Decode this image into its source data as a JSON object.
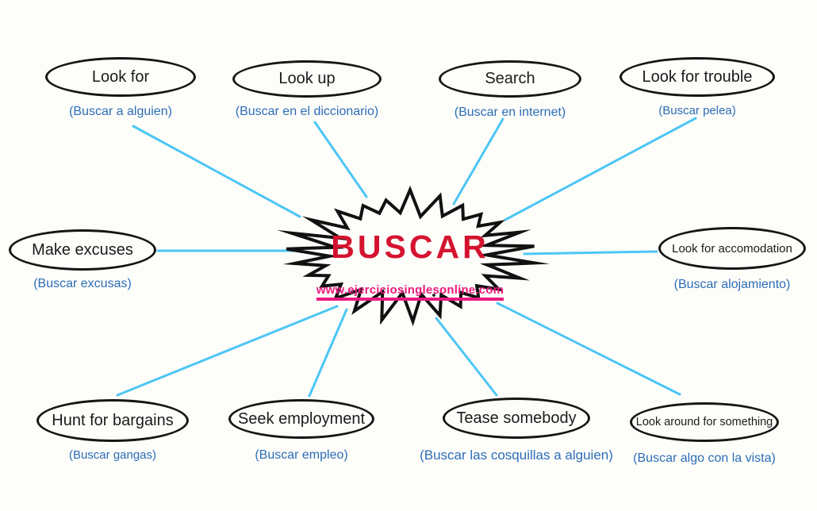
{
  "center": {
    "title": "BUSCAR",
    "website": "www.ejerciciosinglesonline.com"
  },
  "nodes": [
    {
      "id": "look-for",
      "label": "Look for",
      "translation": "(Buscar a alguien)"
    },
    {
      "id": "look-up",
      "label": "Look up",
      "translation": "(Buscar en el diccionario)"
    },
    {
      "id": "search",
      "label": "Search",
      "translation": "(Buscar en internet)"
    },
    {
      "id": "look-for-trouble",
      "label": "Look for trouble",
      "translation": "(Buscar pelea)"
    },
    {
      "id": "make-excuses",
      "label": "Make excuses",
      "translation": "(Buscar excusas)"
    },
    {
      "id": "look-for-accomodation",
      "label": "Look for accomodation",
      "translation": "(Buscar alojamiento)"
    },
    {
      "id": "hunt-for-bargains",
      "label": "Hunt for bargains",
      "translation": "(Buscar gangas)"
    },
    {
      "id": "seek-employment",
      "label": "Seek employment",
      "translation": "(Buscar empleo)"
    },
    {
      "id": "tease-somebody",
      "label": "Tease somebody",
      "translation": "(Buscar las cosquillas a alguien)"
    },
    {
      "id": "look-around-for-something",
      "label": "Look around for something",
      "translation": "(Buscar algo con la vista)"
    }
  ],
  "colors": {
    "background": "#fdfdfa",
    "outline": "#111111",
    "connector": "#4dc6f5",
    "translation_text": "#2d6db6",
    "title_red": "#d4142f",
    "link_pink": "#ec1a7d"
  }
}
